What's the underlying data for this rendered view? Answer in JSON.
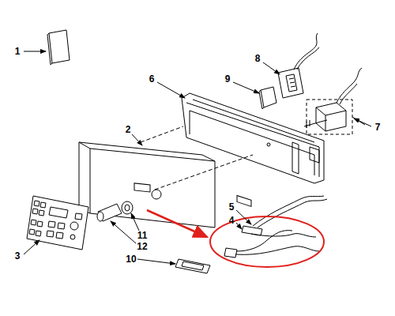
{
  "diagram": {
    "labels": [
      "1",
      "2",
      "6",
      "9",
      "8",
      "7",
      "5",
      "4",
      "3",
      "11",
      "12",
      "10"
    ]
  }
}
